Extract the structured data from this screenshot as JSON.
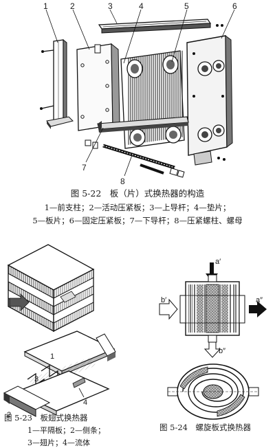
{
  "fig22": {
    "caption": "图 5-22　板（片）式换热器的构造",
    "legend_line1": "1—前支柱；2—活动压紧板；3—上导杆；4—垫片；",
    "legend_line2": "5—板片；6—固定压紧板；7—下导杆；8—压紧螺柱、螺母",
    "labels": [
      "1",
      "2",
      "3",
      "4",
      "5",
      "6",
      "7",
      "8"
    ]
  },
  "fig23": {
    "caption": "图 5-23　板翅式换热器",
    "legend_line1": "1—平隔板；2—侧条；",
    "legend_line2": "3—翅片；4—流体",
    "labels": [
      "1",
      "2",
      "3",
      "4"
    ]
  },
  "fig24": {
    "caption": "图 5-24　螺旋板式换热器",
    "labels": {
      "a_in": "a′",
      "a_out": "a″",
      "b_in": "b′",
      "b_out": "b″"
    }
  }
}
